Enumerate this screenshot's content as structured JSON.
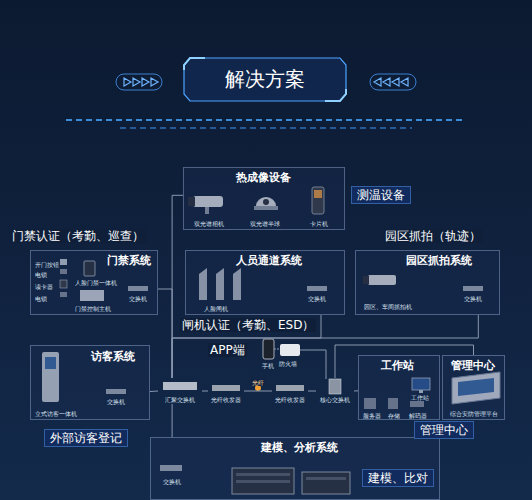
{
  "diagram": {
    "title": "解决方案",
    "nodes": [
      {
        "text": [
          "热成像设备",
          "双光谱相机",
          "双光谱半球",
          "卡片机"
        ]
      },
      {
        "text": [
          "门禁系统",
          "开门按钮",
          "电锁",
          "读卡器",
          "电锁",
          "人脸门禁一体机",
          "门禁控制主机",
          "交换机"
        ]
      },
      {
        "text": [
          "人员通道系统",
          "人脸闸机",
          "交换机"
        ]
      },
      {
        "text": [
          "园区抓拍系统",
          "园区、车间抓拍机",
          "交换机"
        ]
      },
      {
        "text": [
          "访客系统",
          "立式访客一体机",
          "交换机"
        ]
      },
      {
        "text": [
          "汇聚交换机"
        ]
      },
      {
        "text": [
          "光纤收发器"
        ]
      },
      {
        "text": [
          "光纤收发器"
        ]
      },
      {
        "text": [
          "核心交换机"
        ]
      },
      {
        "text": [
          "工作站",
          "工作站",
          "服务器",
          "存储",
          "解码器"
        ]
      },
      {
        "text": [
          "管理中心",
          "综合安防管理平台"
        ]
      },
      {
        "text": [
          "建模、分析系统",
          "交换机"
        ]
      }
    ],
    "edges": [
      {
        "from": 0,
        "to": 5,
        "arrow": "none"
      },
      {
        "from": 1,
        "to": 5,
        "arrow": "none"
      },
      {
        "from": 2,
        "to": 5,
        "arrow": "none"
      },
      {
        "from": 3,
        "to": 5,
        "arrow": "none"
      },
      {
        "from": 4,
        "to": 5,
        "arrow": "none"
      },
      {
        "from": 5,
        "to": 6,
        "arrow": "none"
      },
      {
        "from": 6,
        "to": 7,
        "label": "光纤",
        "arrow": "none"
      },
      {
        "from": 7,
        "to": 8,
        "arrow": "none"
      },
      {
        "from": 8,
        "to": 9,
        "arrow": "none"
      },
      {
        "from": 8,
        "to": 10,
        "arrow": "none"
      },
      {
        "from": 5,
        "to": 11,
        "arrow": "none"
      }
    ],
    "labels": [
      "测温设备",
      "门禁认证（考勤、巡查）",
      "园区抓拍（轨迹）",
      "闸机认证（考勤、ESD）",
      "APP端",
      "手机",
      "防火墙",
      "外部访客登记",
      "管理中心",
      "建模、比对"
    ]
  }
}
